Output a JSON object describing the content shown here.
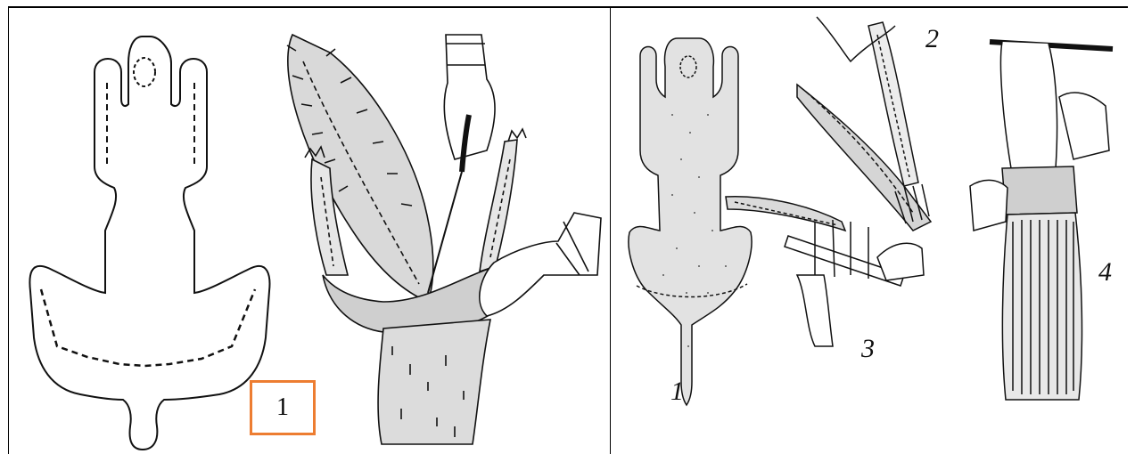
{
  "panel_left": {
    "badge_label": "1"
  },
  "panel_right": {
    "labels": [
      "1",
      "2",
      "3",
      "4"
    ]
  },
  "colors": {
    "line": "#111111",
    "badge_border": "#ed7d31",
    "stipple": "#555555"
  }
}
